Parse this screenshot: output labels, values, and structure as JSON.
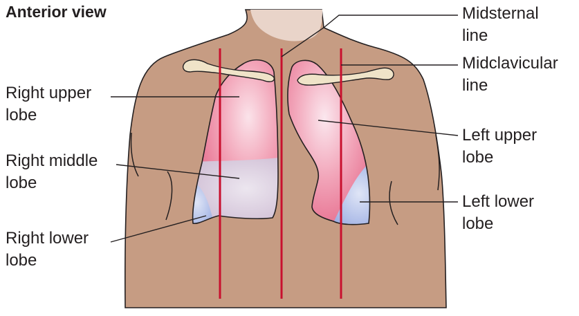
{
  "title": "Anterior view",
  "labels": {
    "midsternal": [
      "Midsternal",
      "line"
    ],
    "midclavicular": [
      "Midclavicular",
      "line"
    ],
    "right_upper": [
      "Right upper",
      "lobe"
    ],
    "right_middle": [
      "Right middle",
      "lobe"
    ],
    "right_lower": [
      "Right lower",
      "lobe"
    ],
    "left_upper": [
      "Left upper",
      "lobe"
    ],
    "left_lower": [
      "Left lower",
      "lobe"
    ]
  },
  "colors": {
    "skin": "#c69c83",
    "outline": "#231f20",
    "reference_line": "#c8102e",
    "clavicle": "#efe3c8",
    "upper_lobe": "#e8718f",
    "middle_lobe": "#d7cadb",
    "lower_lobe": "#a9b8e6"
  }
}
